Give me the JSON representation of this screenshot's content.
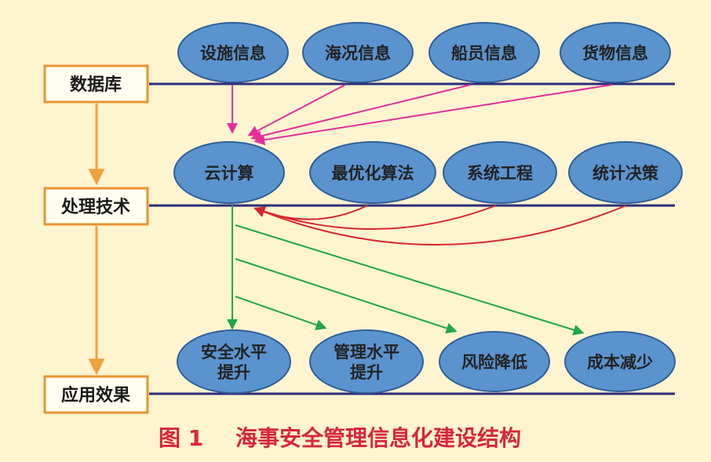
{
  "colors": {
    "background": "#fef4cf",
    "layer_line": "#2b2c7c",
    "node_fill": "#5b93cf",
    "node_stroke": "#2f5f99",
    "box_border": "#e9932f",
    "layer_arrow": "#f0a03c",
    "db_arrow": "#e52f9b",
    "proc_arrow": "#d8262e",
    "effect_arrow": "#21a84a",
    "caption": "#d7263d"
  },
  "layers": {
    "database": "数据库",
    "processing": "处理技术",
    "effect": "应用效果"
  },
  "database_nodes": [
    "设施信息",
    "海况信息",
    "船员信息",
    "货物信息"
  ],
  "processing_nodes": [
    "云计算",
    "最优化算法",
    "系统工程",
    "统计决策"
  ],
  "effect_nodes": [
    [
      "安全水平",
      "提升"
    ],
    [
      "管理水平",
      "提升"
    ],
    [
      "风险降低"
    ],
    [
      "成本减少"
    ]
  ],
  "caption": {
    "number": "图 1",
    "title": "海事安全管理信息化建设结构"
  }
}
